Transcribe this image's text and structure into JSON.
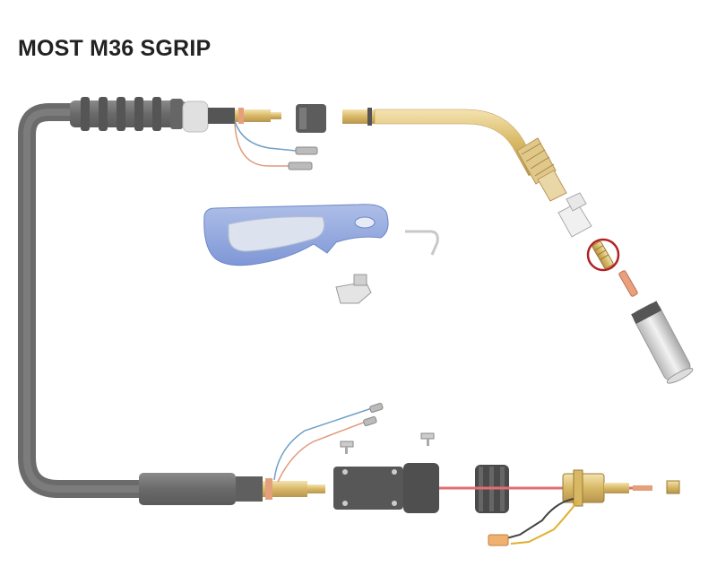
{
  "page": {
    "title": "MOST M36 SGRIP"
  },
  "parts": [
    {
      "name": "cable-assembly"
    },
    {
      "name": "handle-rear-nut"
    },
    {
      "name": "swan-neck"
    },
    {
      "name": "trigger-switch-contacts"
    },
    {
      "name": "handle"
    },
    {
      "name": "trigger-spring"
    },
    {
      "name": "trigger"
    },
    {
      "name": "nozzle-insulator"
    },
    {
      "name": "tip-adapter",
      "highlighted": true
    },
    {
      "name": "contact-tip"
    },
    {
      "name": "gas-nozzle"
    },
    {
      "name": "rear-handle-sleeve"
    },
    {
      "name": "central-connector"
    },
    {
      "name": "connector-nut"
    },
    {
      "name": "euro-adapter"
    },
    {
      "name": "control-wires"
    }
  ],
  "colors": {
    "highlight_ring": "#b22222",
    "handle_blue": "#8fa6e0",
    "brass": "#d8b865",
    "cable_gray": "#777777"
  }
}
